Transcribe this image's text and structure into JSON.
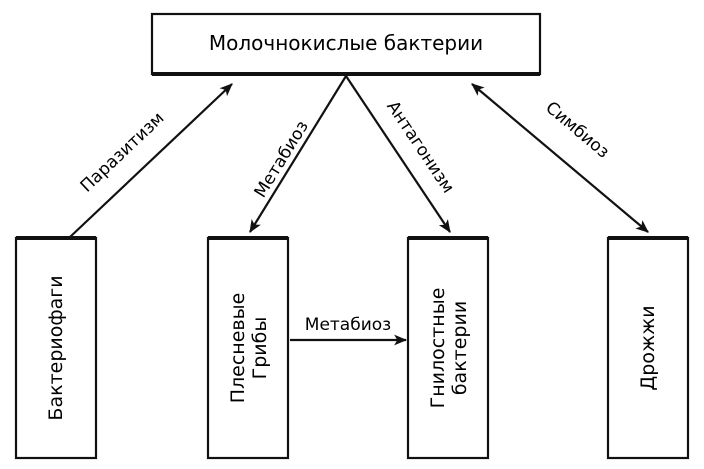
{
  "title": "Молочнокислые бактерии",
  "nodes": {
    "bacteriophages": "Бактериофаги",
    "mold_line1": "Плесневые",
    "mold_line2": "Грибы",
    "putrefactive_line1": "Гнилостные",
    "putrefactive_line2": "бактерии",
    "yeast": "Дрожжи"
  },
  "relations": {
    "parasitism": "Паразитизм",
    "metabiosis_top": "Метабиоз",
    "antagonism": "Антагонизм",
    "symbiosis": "Симбиоз",
    "metabiosis_bottom": "Метабиоз"
  }
}
